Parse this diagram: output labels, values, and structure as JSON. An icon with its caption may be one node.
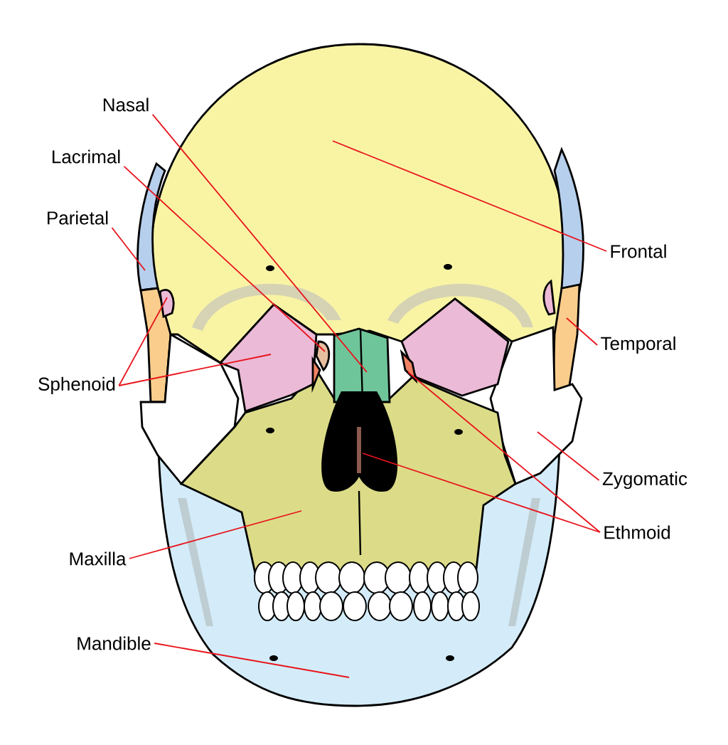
{
  "diagram": {
    "nodes": [
      {
        "text": [
          "Nasal"
        ]
      },
      {
        "text": [
          "Lacrimal"
        ]
      },
      {
        "text": [
          "Parietal"
        ]
      },
      {
        "text": [
          "Sphenoid"
        ]
      },
      {
        "text": [
          "Frontal"
        ]
      },
      {
        "text": [
          "Temporal"
        ]
      },
      {
        "text": [
          "Zygomatic"
        ]
      },
      {
        "text": [
          "Ethmoid"
        ]
      },
      {
        "text": [
          "Maxilla"
        ]
      },
      {
        "text": [
          "Mandible"
        ]
      }
    ],
    "edges": [
      {
        "from": 0,
        "to": null,
        "arrow": "none"
      },
      {
        "from": 1,
        "to": null,
        "arrow": "none"
      },
      {
        "from": 2,
        "to": null,
        "arrow": "none"
      },
      {
        "from": 3,
        "to": null,
        "arrow": "none"
      },
      {
        "from": 3,
        "to": null,
        "arrow": "none"
      },
      {
        "from": 4,
        "to": null,
        "arrow": "none"
      },
      {
        "from": 5,
        "to": null,
        "arrow": "none"
      },
      {
        "from": 6,
        "to": null,
        "arrow": "none"
      },
      {
        "from": 7,
        "to": null,
        "arrow": "none"
      },
      {
        "from": 7,
        "to": null,
        "arrow": "none"
      },
      {
        "from": 8,
        "to": null,
        "arrow": "none"
      },
      {
        "from": 9,
        "to": null,
        "arrow": "none"
      }
    ]
  }
}
